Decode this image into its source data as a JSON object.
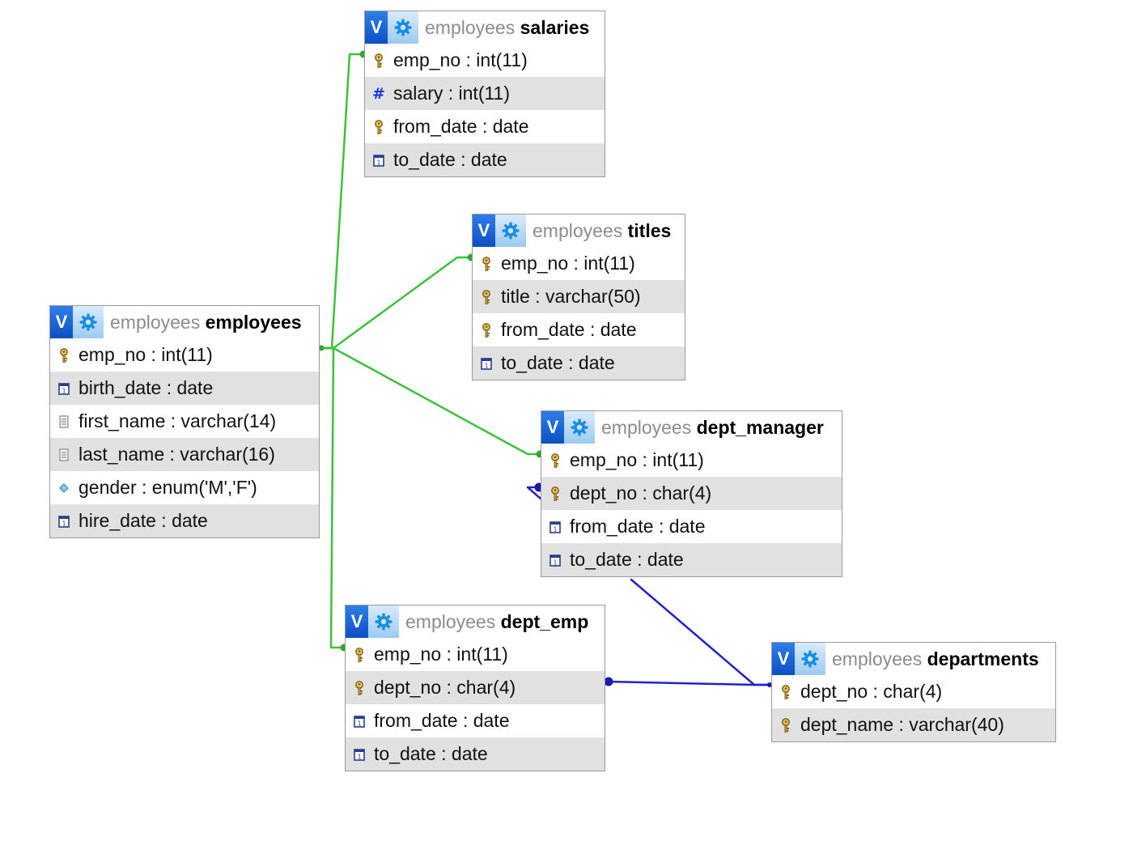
{
  "colors": {
    "green_link": "#3cc13c",
    "blue_link": "#2222cc",
    "header_v": "#1565d8",
    "header_gear": "#aed4f5"
  },
  "tables": [
    {
      "id": "salaries",
      "db": "employees",
      "name": "salaries",
      "columns": [
        {
          "label": "emp_no : int(11)",
          "icon": "key-icon"
        },
        {
          "label": "salary : int(11)",
          "icon": "hash-icon"
        },
        {
          "label": "from_date : date",
          "icon": "key-icon"
        },
        {
          "label": "to_date : date",
          "icon": "calendar-icon"
        }
      ]
    },
    {
      "id": "titles",
      "db": "employees",
      "name": "titles",
      "columns": [
        {
          "label": "emp_no : int(11)",
          "icon": "key-icon"
        },
        {
          "label": "title : varchar(50)",
          "icon": "key-icon"
        },
        {
          "label": "from_date : date",
          "icon": "key-icon"
        },
        {
          "label": "to_date : date",
          "icon": "calendar-icon"
        }
      ]
    },
    {
      "id": "employees",
      "db": "employees",
      "name": "employees",
      "columns": [
        {
          "label": "emp_no : int(11)",
          "icon": "key-icon"
        },
        {
          "label": "birth_date : date",
          "icon": "calendar-icon"
        },
        {
          "label": "first_name : varchar(14)",
          "icon": "text-icon"
        },
        {
          "label": "last_name : varchar(16)",
          "icon": "text-icon"
        },
        {
          "label": "gender : enum('M','F')",
          "icon": "enum-icon"
        },
        {
          "label": "hire_date : date",
          "icon": "calendar-icon"
        }
      ]
    },
    {
      "id": "dept_manager",
      "db": "employees",
      "name": "dept_manager",
      "columns": [
        {
          "label": "emp_no : int(11)",
          "icon": "key-icon"
        },
        {
          "label": "dept_no : char(4)",
          "icon": "key-icon"
        },
        {
          "label": "from_date : date",
          "icon": "calendar-icon"
        },
        {
          "label": "to_date : date",
          "icon": "calendar-icon"
        }
      ]
    },
    {
      "id": "dept_emp",
      "db": "employees",
      "name": "dept_emp",
      "columns": [
        {
          "label": "emp_no : int(11)",
          "icon": "key-icon"
        },
        {
          "label": "dept_no : char(4)",
          "icon": "key-icon"
        },
        {
          "label": "from_date : date",
          "icon": "calendar-icon"
        },
        {
          "label": "to_date : date",
          "icon": "calendar-icon"
        }
      ]
    },
    {
      "id": "departments",
      "db": "employees",
      "name": "departments",
      "columns": [
        {
          "label": "dept_no : char(4)",
          "icon": "key-icon"
        },
        {
          "label": "dept_name : varchar(40)",
          "icon": "key-icon"
        }
      ]
    }
  ],
  "v_label": "V",
  "relations": [
    {
      "from": "employees.emp_no",
      "to": "salaries.emp_no",
      "color": "green"
    },
    {
      "from": "employees.emp_no",
      "to": "titles.emp_no",
      "color": "green"
    },
    {
      "from": "employees.emp_no",
      "to": "dept_manager.emp_no",
      "color": "green"
    },
    {
      "from": "employees.emp_no",
      "to": "dept_emp.emp_no",
      "color": "green"
    },
    {
      "from": "departments.dept_no",
      "to": "dept_manager.dept_no",
      "color": "blue"
    },
    {
      "from": "departments.dept_no",
      "to": "dept_emp.dept_no",
      "color": "blue"
    }
  ]
}
